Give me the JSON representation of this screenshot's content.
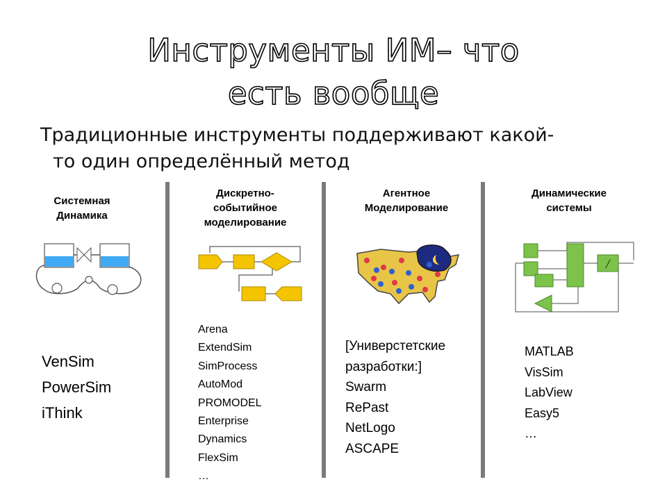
{
  "slide": {
    "title_line1": "Инструменты ИМ– что",
    "title_line2": "есть вообще",
    "subtitle_line1": "Традиционные инструменты поддерживают какой-",
    "subtitle_line2": "то один определённый метод"
  },
  "columns": [
    {
      "heading_lines": [
        "Системная",
        "Динамика"
      ],
      "tools": [
        "VenSim",
        "PowerSim",
        "iThink"
      ]
    },
    {
      "heading_lines": [
        "Дискретно-",
        "событийное",
        "моделирование"
      ],
      "tools": [
        "Arena",
        "ExtendSim",
        "SimProcess",
        "AutoMod",
        "PROMODEL",
        "Enterprise",
        "Dynamics",
        "FlexSim",
        "…"
      ]
    },
    {
      "heading_lines": [
        "Агентное",
        "Моделирование"
      ],
      "tools": [
        "[Универстетские",
        "разработки:]",
        "Swarm",
        "RePast",
        "NetLogo",
        "ASCAPE"
      ]
    },
    {
      "heading_lines": [
        "Динамические",
        "системы"
      ],
      "tools": [
        "MATLAB",
        "VisSim",
        "LabView",
        "Easy5",
        "…"
      ]
    }
  ],
  "colors": {
    "separator": "#7a7a7a",
    "stock_fill": "#3fa9f5",
    "process_block": "#f5c400",
    "map_fill": "#e8c547",
    "agent_red": "#e0394b",
    "agent_blue": "#2f5fd0",
    "block_green": "#7dc24a"
  }
}
